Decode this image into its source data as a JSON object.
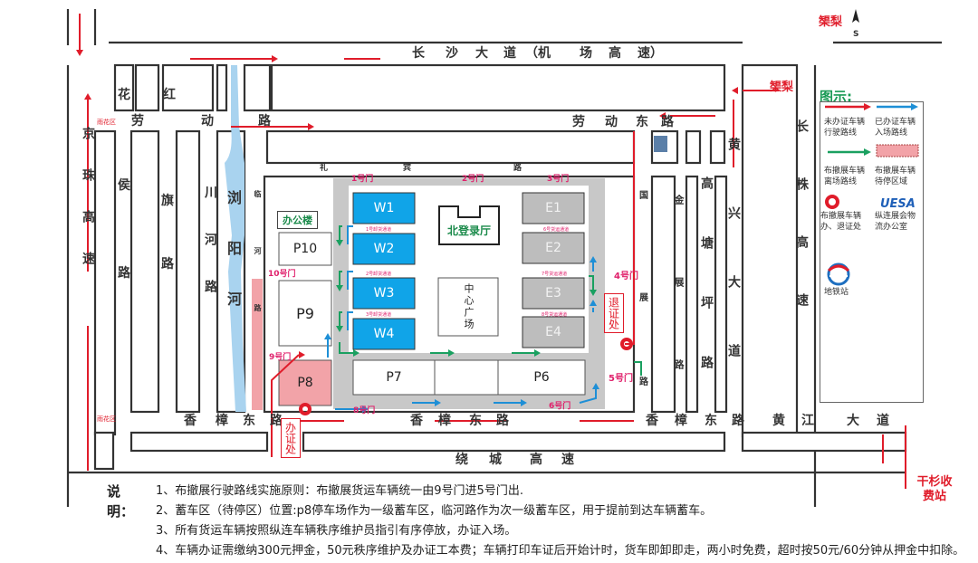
{
  "roads": {
    "top_highway": [
      "长",
      "沙",
      "大",
      "道",
      "（机",
      "场",
      "高",
      "速）"
    ],
    "laodong_road": [
      "劳",
      "动",
      "路"
    ],
    "laodong_east_road": [
      "劳",
      "动",
      "东",
      "路"
    ],
    "libin_road": [
      "礼",
      "宾",
      "路"
    ],
    "xiangzhang_east_road": [
      "香",
      "樟",
      "东",
      "路"
    ],
    "huangjiang_avenue": [
      "黄",
      "江",
      "大",
      "道"
    ],
    "raocheng_highway": [
      "绕",
      "城",
      "高",
      "速"
    ],
    "jingzhu_highway": "京珠高速",
    "hou_road": [
      "侯",
      "路"
    ],
    "qi_road": [
      "旗",
      "路"
    ],
    "hua": "花",
    "hong": "红",
    "chuanhe_road": "川河路",
    "liuyang_river": "浏阳河",
    "linhe_road": "临河路",
    "guozhan_road": [
      "国",
      "展",
      "路"
    ],
    "jinzhan_road": "金展路",
    "gaotangping_road": "高塘坪路",
    "huangxing_avenue": "黄兴大道",
    "changzhu_highway": "长株高速"
  },
  "districts": {
    "yuhua_top": "雨花区",
    "yuhua_bottom": "雨花区",
    "jiali_top": "榘梨",
    "jiali_mid": "榘梨",
    "toll": "干杉收费站"
  },
  "compass": "S",
  "venue": {
    "office": "办公楼",
    "north_hall": "北登录厅",
    "center_plaza": "中心广场",
    "halls_west": [
      "W1",
      "W2",
      "W3",
      "W4"
    ],
    "halls_east": [
      "E1",
      "E2",
      "E3",
      "E4"
    ],
    "parking": {
      "p6": "P6",
      "p7": "P7",
      "p8": "P8",
      "p9": "P9",
      "p10": "P10"
    },
    "gates": {
      "g1": "1号门",
      "g2": "2号门",
      "g3": "3号门",
      "g4": "4号门",
      "g5": "5号门",
      "g6": "6号门",
      "g8": "8号门",
      "g9": "9号门",
      "g10": "10号门"
    },
    "channels": {
      "c1": "1号卸货通道",
      "c2": "2号卸货通道",
      "c3": "3号卸货通道",
      "c6": "6号货运通道",
      "c7": "7号货运通道",
      "c8": "8号货运通道"
    },
    "permit_office": "办证处",
    "return_office": "退证处"
  },
  "legend": {
    "title": "图示:",
    "items": [
      {
        "label": "未办证车辆行驶路线",
        "color": "#e01c2a",
        "icon": "red-arrow"
      },
      {
        "label": "已办证车辆入场路线",
        "color": "#1e8fd6",
        "icon": "blue-arrow"
      },
      {
        "label": "布撤展车辆离场路线",
        "color": "#1aa060",
        "icon": "green-arrow"
      },
      {
        "label": "布撤展车辆待停区域",
        "color": "#f2a3a8",
        "icon": "pink-area"
      },
      {
        "label": "布撤展车辆办、退证处",
        "color": "#e01c2a",
        "icon": "red-ring"
      },
      {
        "label": "纵连展会物流办公室",
        "logo": "UESA",
        "icon": "uesa-logo"
      },
      {
        "label": "地铁站",
        "icon": "metro-icon"
      }
    ]
  },
  "notes": {
    "heading": "说明：",
    "items": [
      "1、布撤展行驶路线实施原则：布撤展货运车辆统一由9号门进5号门出.",
      "2、蓄车区（待停区）位置:p8停车场作为一级蓄车区，临河路作为次一级蓄车区，用于提前到达车辆蓄车。",
      "3、所有货运车辆按照纵连车辆秩序维护员指引有序停放，办证入场。",
      "4、车辆办证需缴纳300元押金，50元秩序维护及办证工本费；车辆打印车证后开始计时，货车即卸即走，两小时免费，超时按50元/60分钟从押金中扣除。"
    ]
  },
  "colors": {
    "west_hall": "#10a4e8",
    "east_hall": "#bdbdbd",
    "site": "#c8c8c8",
    "staging": "#f2a3a8",
    "river": "#a9d3ef"
  }
}
